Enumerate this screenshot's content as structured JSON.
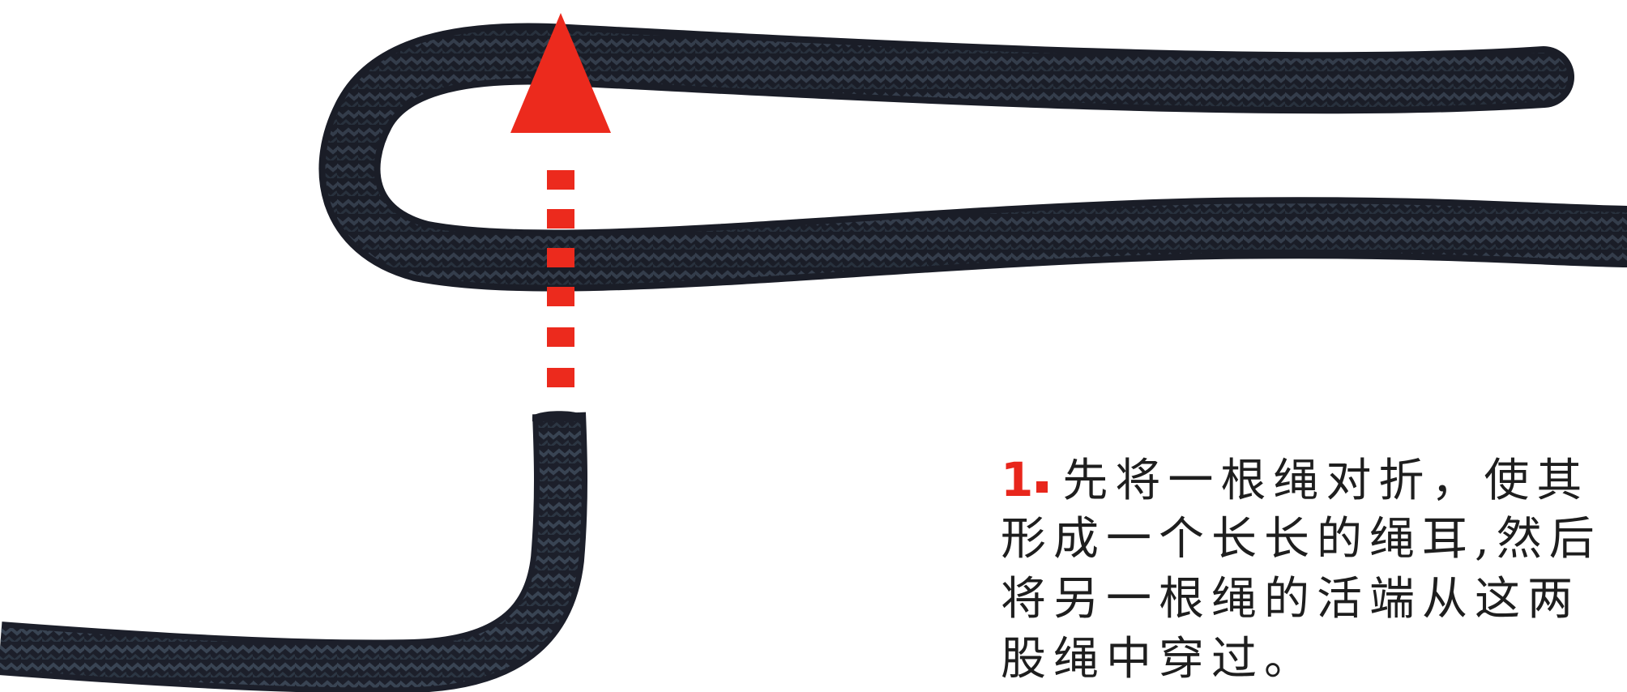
{
  "colors": {
    "rope_dark": "#1c1f2a",
    "rope_weave": "#3e4b5a",
    "arrow": "#ec2a1d",
    "text": "#1e1e1e",
    "background": "#ffffff"
  },
  "diagram": {
    "elements": [
      "folded-rope-bight",
      "second-rope-working-end",
      "upward-dashed-arrow"
    ]
  },
  "caption": {
    "step_number": "1",
    "lines": [
      "先将一根绳对折，使其",
      "形成一个长长的绳耳,然后",
      "将另一根绳的活端从这两",
      "股绳中穿过。"
    ]
  }
}
